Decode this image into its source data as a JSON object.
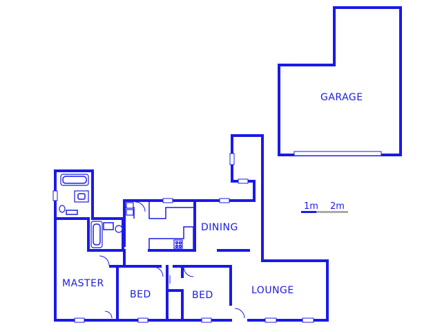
{
  "rooms": {
    "garage": "GARAGE",
    "dining": "DINING",
    "master": "MASTER",
    "bed_1": "BED",
    "bed_2": "BED",
    "lounge": "LOUNGE"
  },
  "scale": {
    "label_1": "1m",
    "label_2": "2m"
  },
  "colors": {
    "walls": "#1a1ae6",
    "scale_bar_secondary": "#aaaaaa",
    "background": "#ffffff"
  }
}
